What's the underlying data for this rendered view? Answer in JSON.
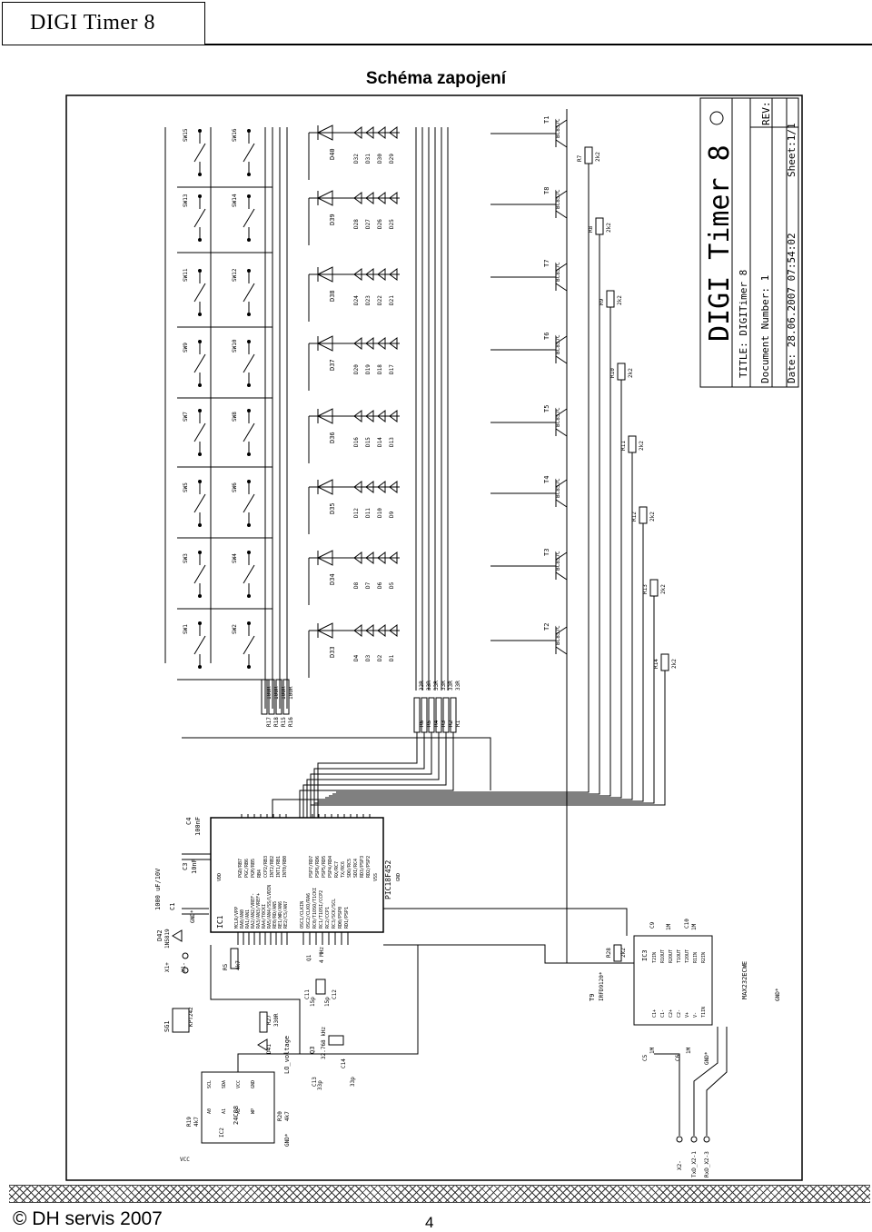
{
  "header": {
    "title": "DIGI Timer 8"
  },
  "page": {
    "title": "Schéma zapojení"
  },
  "schematic": {
    "title_block": {
      "big_title": "DIGI Timer 8",
      "title_line": "TITLE: DIGITimer 8",
      "rev_label": "REV:",
      "document_line": "Document Number: 1",
      "date_line": "Date: 28.06.2007 07:54:02",
      "sheet_line": "Sheet:1/1"
    },
    "switches": [
      "SW15",
      "SW16",
      "SW13",
      "SW14",
      "SW11",
      "SW12",
      "SW9",
      "SW10",
      "SW7",
      "SW8",
      "SW5",
      "SW6",
      "SW3",
      "SW4",
      "SW1",
      "SW2"
    ],
    "big_leds": [
      "D40",
      "D39",
      "D38",
      "D37",
      "D36",
      "D35",
      "D34",
      "D33"
    ],
    "small_leds": [
      [
        "D32",
        "D31",
        "D30",
        "D29"
      ],
      [
        "D28",
        "D27",
        "D26",
        "D25"
      ],
      [
        "D24",
        "D23",
        "D22",
        "D21"
      ],
      [
        "D20",
        "D19",
        "D18",
        "D17"
      ],
      [
        "D16",
        "D15",
        "D14",
        "D13"
      ],
      [
        "D12",
        "D11",
        "D10",
        "D9"
      ],
      [
        "D8",
        "D7",
        "D6",
        "D5"
      ],
      [
        "D4",
        "D3",
        "D2",
        "D1"
      ]
    ],
    "transistors": [
      "T1",
      "T8",
      "T7",
      "T6",
      "T5",
      "T4",
      "T3",
      "T2"
    ],
    "transistor_type": "BC857C",
    "base_resistors": [
      "R7",
      "R8",
      "R9",
      "R10",
      "R11",
      "R12",
      "R13",
      "R14"
    ],
    "base_res_value": "2k2",
    "row_res_names": [
      "R17",
      "R18",
      "R15",
      "R16"
    ],
    "row_res_value": "100R",
    "seg_res_names": [
      "R6",
      "R5",
      "R4",
      "R3",
      "R2",
      "R1"
    ],
    "seg_res_value": "33R",
    "pic": {
      "name": "IC1",
      "part": "PIC18F452",
      "left_pins": [
        "MCLR/VPP",
        "RA0/AN0",
        "RA1/AN1",
        "RA2/AN2/VREF-",
        "RA3/AN3/VREF+",
        "RA4/T0CKI",
        "RA5/AN4/SS/LVDIN",
        "RE0/RD/AN5",
        "RE1/WR/AN6",
        "RE2/CS/AN7"
      ],
      "mid_pins": [
        "OSC1/CLKIN",
        "OSC2/CLKO/RA6",
        "RC0/T1OSO/T1CKI",
        "RC1/T1OSI/CCP2",
        "RC2/CCP1",
        "RC3/SCK/SCL",
        "RD0/PSP0",
        "RD1/PSP1"
      ],
      "right_pins": [
        "PGD/RB7",
        "PGC/RB6",
        "PGM/RB5",
        "RB4",
        "CCP2/RB3",
        "INT2/RB2",
        "INT1/RB1",
        "INT0/RB0"
      ],
      "right_pins2": [
        "PSP7/RD7",
        "PSP6/RD6",
        "PSP5/RD5",
        "PSP4/RD4",
        "RX/RC7",
        "TX/RC6",
        "SDO/RC5",
        "SDI/RC4",
        "RD3/PSP3",
        "RD2/PSP2"
      ],
      "power": [
        "VDD",
        "VSS",
        "GND"
      ]
    },
    "caps": {
      "c4": "C4",
      "c4v": "100nF",
      "c3": "C3",
      "c3v": "10nF",
      "c1": "C1",
      "c1v": "1000 uF/10V",
      "c11": "C11",
      "c11v": "15p",
      "c12": "C12",
      "c12v": "15p",
      "c13": "C13",
      "c13v": "33p",
      "c14": "C14",
      "c14v": "33p",
      "c5": "C5",
      "c5v": "1M",
      "c6": "C6",
      "c6v": "1M",
      "c9": "C9",
      "c9v": "1M",
      "c10": "C10",
      "c10v": "1M"
    },
    "misc": {
      "d42": "D42",
      "d42v": "1N5819",
      "x1p": "X1+",
      "x1m": "X1-",
      "r5": "R5",
      "r5v": "4k7",
      "sg1": "SG1",
      "sg1v": "KPT242",
      "q1": "Q1",
      "q1v": "4 MHz",
      "q3": "Q3",
      "q3v": "32.768 kHz",
      "r27": "R27",
      "r27v": "330R",
      "d41": "D41",
      "lo_voltage": "LO_voltage",
      "r19": "R19",
      "r19v": "4k7",
      "r20": "R20",
      "r20v": "4k7",
      "ic2": "IC2",
      "ic2v": "24C08",
      "vcc": "VCC",
      "gnd": "GND*",
      "t9": "T9",
      "t9v": "IRFD9120*",
      "r28": "R28",
      "r28v": "2k2",
      "ic3": "IC3",
      "ic3v": "MAX232ECWE",
      "x2": "X2-",
      "txd": "TxD_X2-1",
      "rxd": "RxD_X2-3",
      "eeprom_pins": [
        "A0",
        "A1",
        "A2",
        "WP",
        "SCL",
        "SDA",
        "VCC",
        "GND"
      ],
      "max_pins": [
        "C1+",
        "C1-",
        "C2+",
        "C2-",
        "V+",
        "V-",
        "T1IN",
        "T2IN",
        "R1OUT",
        "R2OUT",
        "T1OUT",
        "T2OUT",
        "R1IN",
        "R2IN"
      ]
    }
  },
  "footer": {
    "copyright": "© DH servis 2007",
    "page_number": "4"
  }
}
